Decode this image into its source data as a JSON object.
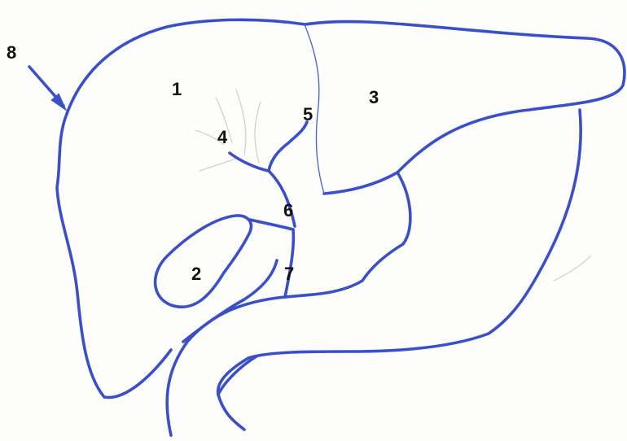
{
  "labels": {
    "l1": "1",
    "l2": "2",
    "l3": "3",
    "l4": "4",
    "l5": "5",
    "l6": "6",
    "l7": "7",
    "l8": "8"
  },
  "colors": {
    "stroke": "#3b4fc6",
    "background": "#fdfdfc",
    "label": "#111111"
  }
}
